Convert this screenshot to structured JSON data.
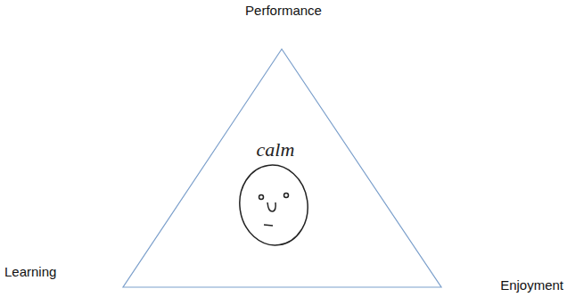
{
  "diagram": {
    "labels": [
      "Performance",
      "Learning",
      "Enjoyment",
      "calm"
    ]
  }
}
